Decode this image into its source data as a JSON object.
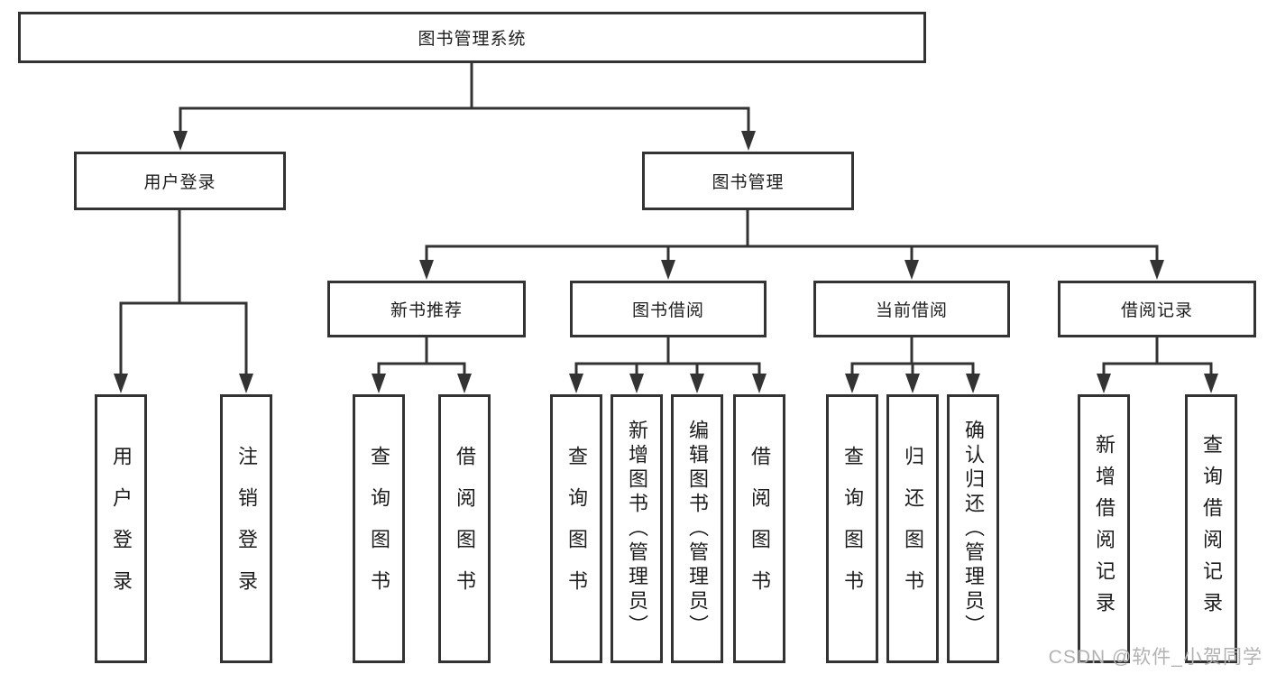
{
  "tree": {
    "label": "图书管理系统",
    "children": [
      {
        "label": "用户登录",
        "children": [
          {
            "label": "用户登录"
          },
          {
            "label": "注销登录"
          }
        ]
      },
      {
        "label": "图书管理",
        "children": [
          {
            "label": "新书推荐",
            "children": [
              {
                "label": "查询图书"
              },
              {
                "label": "借阅图书"
              }
            ]
          },
          {
            "label": "图书借阅",
            "children": [
              {
                "label": "查询图书"
              },
              {
                "label": "新增图书（管理员）"
              },
              {
                "label": "编辑图书（管理员）"
              },
              {
                "label": "借阅图书"
              }
            ]
          },
          {
            "label": "当前借阅",
            "children": [
              {
                "label": "查询图书"
              },
              {
                "label": "归还图书"
              },
              {
                "label": "确认归还（管理员）"
              }
            ]
          },
          {
            "label": "借阅记录",
            "children": [
              {
                "label": "新增借阅记录"
              },
              {
                "label": "查询借阅记录"
              }
            ]
          }
        ]
      }
    ]
  },
  "watermark": {
    "text": "CSDN @软件_小贺同学"
  },
  "colors": {
    "line": "#333333",
    "box_border": "#333333",
    "text": "#1d1d1f",
    "watermark": "#b2b2b2",
    "background": "#ffffff"
  }
}
